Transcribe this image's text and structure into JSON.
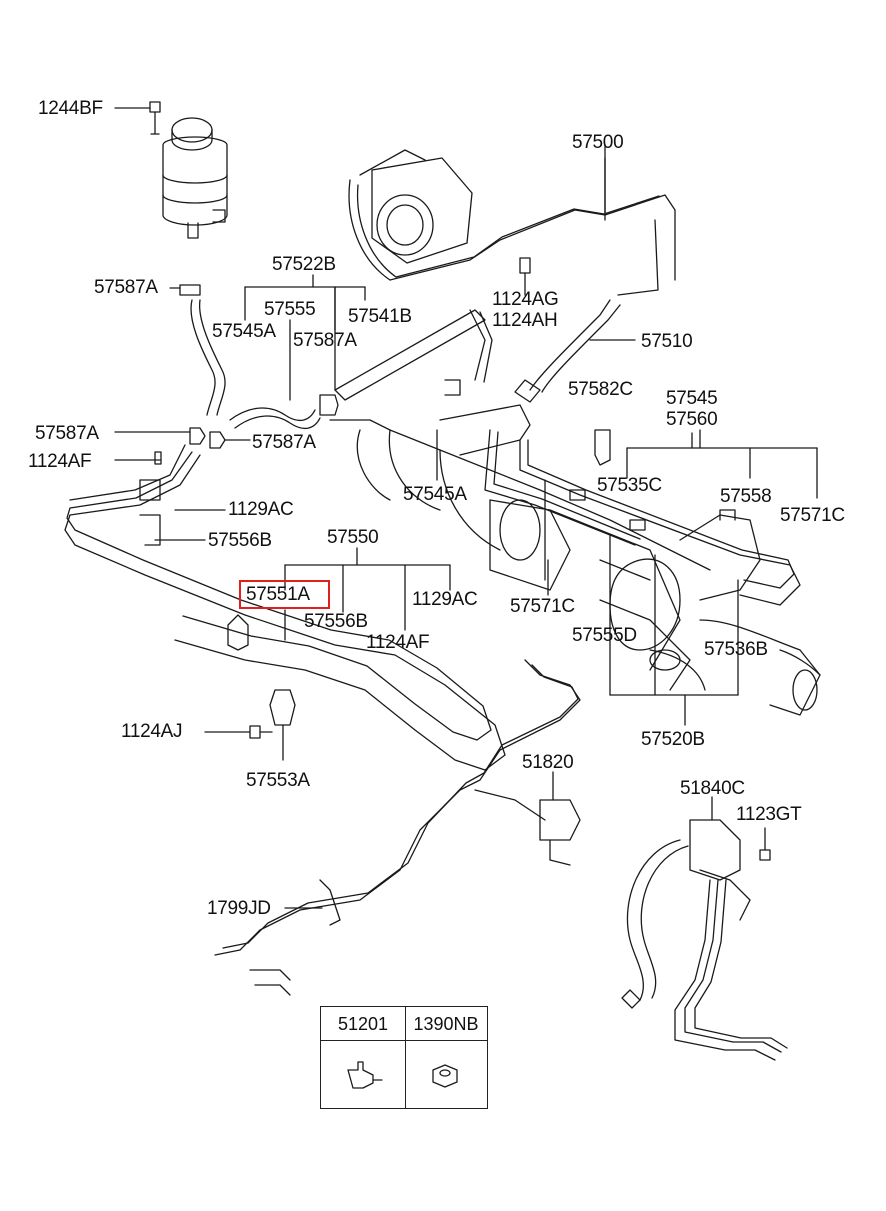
{
  "diagram": {
    "labels": {
      "p1244BF": "1244BF",
      "p57500": "57500",
      "p57522B": "57522B",
      "p57587A_1": "57587A",
      "p57555": "57555",
      "p57545A_1": "57545A",
      "p57541B": "57541B",
      "p57587A_2": "57587A",
      "p1124AG": "1124AG",
      "p1124AH": "1124AH",
      "p57510": "57510",
      "p57587A_3": "57587A",
      "p57587A_4": "57587A",
      "p1124AF_1": "1124AF",
      "p57582C": "57582C",
      "p57545": "57545",
      "p57560": "57560",
      "p57545A_2": "57545A",
      "p57535C": "57535C",
      "p57558": "57558",
      "p57571C_1": "57571C",
      "p1129AC_1": "1129AC",
      "p57556B_1": "57556B",
      "p57550": "57550",
      "p57551A": "57551A",
      "p1129AC_2": "1129AC",
      "p57556B_2": "57556B",
      "p1124AF_2": "1124AF",
      "p57571C_2": "57571C",
      "p57555D": "57555D",
      "p57536B": "57536B",
      "p57520B": "57520B",
      "p1124AJ": "1124AJ",
      "p57553A": "57553A",
      "p51820": "51820",
      "p51840C": "51840C",
      "p1123GT": "1123GT",
      "p1799JD": "1799JD"
    },
    "highlight_color": "#e0201a",
    "legend": {
      "col1": "51201",
      "col2": "1390NB"
    }
  }
}
